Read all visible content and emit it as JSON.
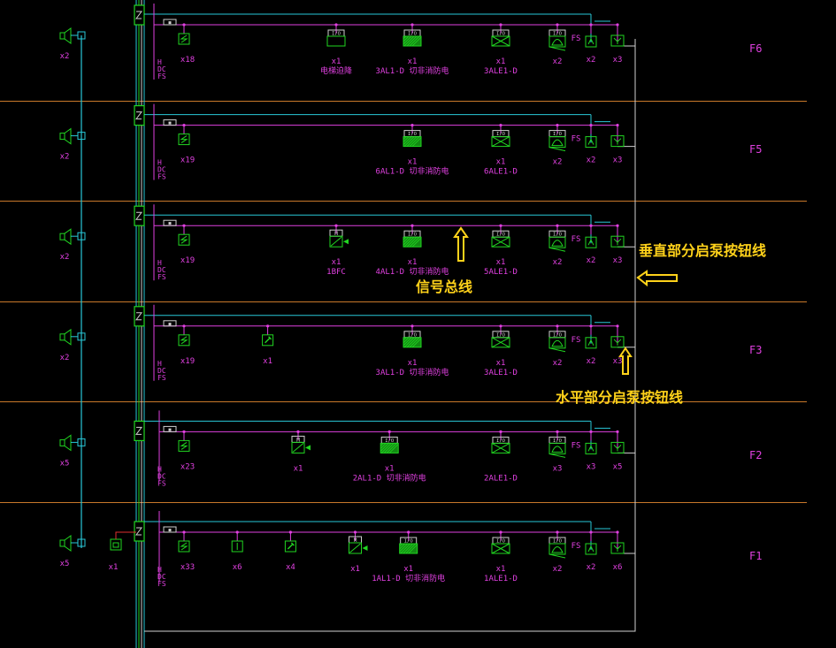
{
  "floors": [
    {
      "label": "F6",
      "speaker_count": "x2",
      "devices": [
        {
          "kind": "smoke",
          "col": 0,
          "count": "x18",
          "name": ""
        },
        {
          "kind": "box",
          "col": 1,
          "tag": "I/O",
          "count": "x1",
          "name": "电梯迫降"
        },
        {
          "kind": "box",
          "col": 2,
          "tag": "I/O",
          "count": "x1",
          "name": "3AL1-D 切非消防电",
          "hatched": true
        },
        {
          "kind": "box",
          "col": 3,
          "tag": "I/O",
          "count": "x1",
          "name": "3ALE1-D",
          "cross": true
        },
        {
          "kind": "bell",
          "col": 4,
          "tag": "I/O",
          "count": "x2",
          "name": ""
        },
        {
          "kind": "hydrant",
          "col": 5,
          "count": "x2",
          "name": "FS"
        },
        {
          "kind": "handpull",
          "col": 6,
          "count": "x3",
          "name": ""
        }
      ]
    },
    {
      "label": "F5",
      "speaker_count": "x2",
      "devices": [
        {
          "kind": "smoke",
          "col": 0,
          "count": "x19",
          "name": ""
        },
        {
          "kind": "box",
          "col": 2,
          "tag": "I/O",
          "count": "x1",
          "name": "6AL1-D 切非消防电",
          "hatched": true
        },
        {
          "kind": "box",
          "col": 3,
          "tag": "I/O",
          "count": "x1",
          "name": "6ALE1-D",
          "cross": true
        },
        {
          "kind": "bell",
          "col": 4,
          "tag": "I/O",
          "count": "x2",
          "name": ""
        },
        {
          "kind": "hydrant",
          "col": 5,
          "count": "x2",
          "name": "FS"
        },
        {
          "kind": "handpull",
          "col": 6,
          "count": "x3",
          "name": ""
        }
      ]
    },
    {
      "label": "",
      "speaker_count": "x2",
      "devices": [
        {
          "kind": "smoke",
          "col": 0,
          "count": "x19",
          "name": ""
        },
        {
          "kind": "valve",
          "col": 1,
          "tag": "M",
          "count": "x1",
          "name": "1BFC"
        },
        {
          "kind": "box",
          "col": 2,
          "tag": "I/O",
          "count": "x1",
          "name": "4AL1-D 切非消防电",
          "hatched": true
        },
        {
          "kind": "box",
          "col": 3,
          "tag": "I/O",
          "count": "x1",
          "name": "5ALE1-D",
          "cross": true
        },
        {
          "kind": "bell",
          "col": 4,
          "tag": "I/O",
          "count": "x2",
          "name": ""
        },
        {
          "kind": "hydrant",
          "col": 5,
          "count": "x2",
          "name": "FS"
        },
        {
          "kind": "handpull",
          "col": 6,
          "count": "x3",
          "name": ""
        }
      ]
    },
    {
      "label": "F3",
      "speaker_count": "x2",
      "devices": [
        {
          "kind": "smoke",
          "col": 0,
          "count": "x19",
          "name": ""
        },
        {
          "kind": "manual",
          "col": 0.55,
          "count": "x1",
          "name": ""
        },
        {
          "kind": "box",
          "col": 2,
          "tag": "I/O",
          "count": "x1",
          "name": "3AL1-D 切非消防电",
          "hatched": true
        },
        {
          "kind": "box",
          "col": 3,
          "tag": "I/O",
          "count": "x1",
          "name": "3ALE1-D",
          "cross": true
        },
        {
          "kind": "bell",
          "col": 4,
          "tag": "I/O",
          "count": "x2",
          "name": ""
        },
        {
          "kind": "hydrant",
          "col": 5,
          "count": "x2",
          "name": "FS"
        },
        {
          "kind": "handpull",
          "col": 6,
          "count": "x3",
          "name": ""
        }
      ]
    },
    {
      "label": "F2",
      "speaker_count": "x5",
      "devices": [
        {
          "kind": "smoke",
          "col": 0,
          "count": "x23",
          "name": ""
        },
        {
          "kind": "valve",
          "col": 0.75,
          "tag": "M",
          "count": "x1",
          "name": ""
        },
        {
          "kind": "box",
          "col": 1.7,
          "tag": "I/O",
          "count": "x1",
          "name": "2AL1-D 切非消防电",
          "hatched": true
        },
        {
          "kind": "box",
          "col": 3,
          "tag": "I/O",
          "count": "",
          "name": "2ALE1-D",
          "cross": true
        },
        {
          "kind": "bell",
          "col": 4,
          "tag": "I/O",
          "count": "x3",
          "name": ""
        },
        {
          "kind": "hydrant",
          "col": 5,
          "count": "x3",
          "name": "FS"
        },
        {
          "kind": "handpull",
          "col": 6,
          "count": "x5",
          "name": ""
        }
      ]
    },
    {
      "label": "F1",
      "speaker_count": "x5",
      "devices": [
        {
          "kind": "smoke",
          "col": 0,
          "count": "x33",
          "name": ""
        },
        {
          "kind": "heat",
          "col": 0.35,
          "count": "x6",
          "name": ""
        },
        {
          "kind": "manual",
          "col": 0.7,
          "count": "x4",
          "name": ""
        },
        {
          "kind": "valve",
          "col": 1.25,
          "tag": "M",
          "count": "x1",
          "name": ""
        },
        {
          "kind": "box",
          "col": 1.95,
          "tag": "I/O",
          "count": "x1",
          "name": "1AL1-D 切非消防电",
          "hatched": true
        },
        {
          "kind": "box",
          "col": 3,
          "tag": "I/O",
          "count": "x1",
          "name": "1ALE1-D",
          "cross": true
        },
        {
          "kind": "bell",
          "col": 4,
          "tag": "I/O",
          "count": "x2",
          "name": ""
        },
        {
          "kind": "hydrant",
          "col": 5,
          "count": "x2",
          "name": "FS"
        },
        {
          "kind": "handpull",
          "col": 6,
          "count": "x6",
          "name": ""
        }
      ]
    }
  ],
  "f1_extra": {
    "count": "x1"
  },
  "annotations": {
    "vertical_pump_line": "垂直部分启泵按钮线",
    "signal_bus": "信号总线",
    "horizontal_pump_line": "水平部分启泵按钮线"
  },
  "colors": {
    "cyan": "#29c8d8",
    "magenta": "#e040e0",
    "green": "#21d621",
    "orange": "#c8782a",
    "white": "#d0d0d0",
    "yellow": "#ffd21a",
    "red": "#e03030"
  }
}
